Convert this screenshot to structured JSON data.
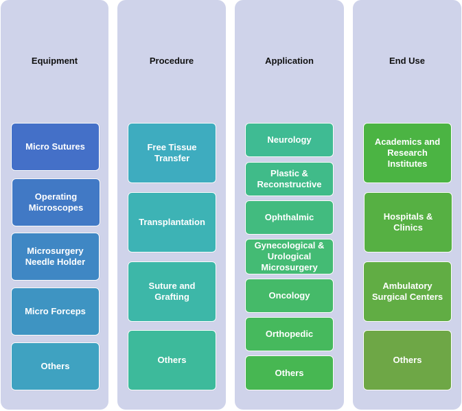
{
  "columns": [
    {
      "title": "Equipment",
      "items": [
        {
          "label": "Micro Sutures",
          "color": "#4470c8"
        },
        {
          "label": "Operating\nMicroscopes",
          "color": "#4179c5"
        },
        {
          "label": "Microsurgery\nNeedle Holder",
          "color": "#3f87c4"
        },
        {
          "label": "Micro Forceps",
          "color": "#3e94c2"
        },
        {
          "label": "Others",
          "color": "#3fa2c1"
        }
      ]
    },
    {
      "title": "Procedure",
      "items": [
        {
          "label": "Free Tissue\nTransfer",
          "color": "#3eacbf"
        },
        {
          "label": "Transplantation",
          "color": "#3db3b5"
        },
        {
          "label": "Suture and\nGrafting",
          "color": "#3db7a8"
        },
        {
          "label": "Others",
          "color": "#3dba9b"
        }
      ]
    },
    {
      "title": "Application",
      "items": [
        {
          "label": "Neurology",
          "color": "#3fbb93"
        },
        {
          "label": "Plastic &\nReconstructive",
          "color": "#40bb89"
        },
        {
          "label": "Ophthalmic",
          "color": "#42bb7f"
        },
        {
          "label": "Gynecological &\nUrological\nMicrosurgery",
          "color": "#44bb74"
        },
        {
          "label": "Oncology",
          "color": "#45ba69"
        },
        {
          "label": "Orthopedic",
          "color": "#46b95d"
        },
        {
          "label": "Others",
          "color": "#47b752"
        }
      ]
    },
    {
      "title": "End Use",
      "items": [
        {
          "label": "Academics and\nResearch\nInstitutes",
          "color": "#4bb443"
        },
        {
          "label": "Hospitals &\nClinics",
          "color": "#56b043"
        },
        {
          "label": "Ambulatory\nSurgical Centers",
          "color": "#61ad44"
        },
        {
          "label": "Others",
          "color": "#6ea746"
        }
      ]
    }
  ]
}
